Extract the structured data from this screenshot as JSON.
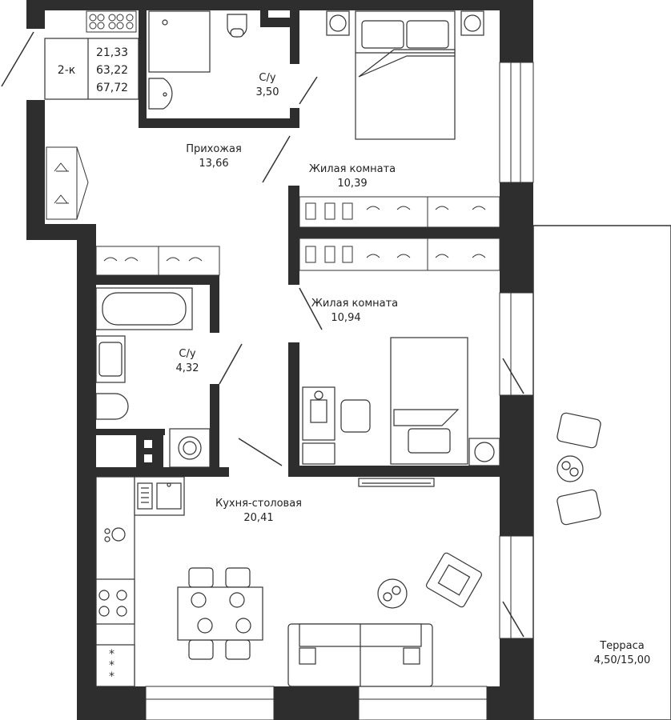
{
  "colors": {
    "wall": "#2e2e2e",
    "line": "#333333",
    "background": "#ffffff"
  },
  "info": {
    "type": "2-к",
    "area_living": "21,33",
    "area_total": "63,22",
    "area_with_terrace": "67,72"
  },
  "rooms": {
    "bath1": {
      "name": "С/у",
      "area": "3,50"
    },
    "hall": {
      "name": "Прихожая",
      "area": "13,66"
    },
    "bedroom1": {
      "name": "Жилая комната",
      "area": "10,39"
    },
    "bedroom2": {
      "name": "Жилая комната",
      "area": "10,94"
    },
    "bath2": {
      "name": "С/у",
      "area": "4,32"
    },
    "kitchen": {
      "name": "Кухня-столовая",
      "area": "20,41"
    },
    "terrace": {
      "name": "Терраса",
      "area": "4,50/15,00"
    }
  }
}
